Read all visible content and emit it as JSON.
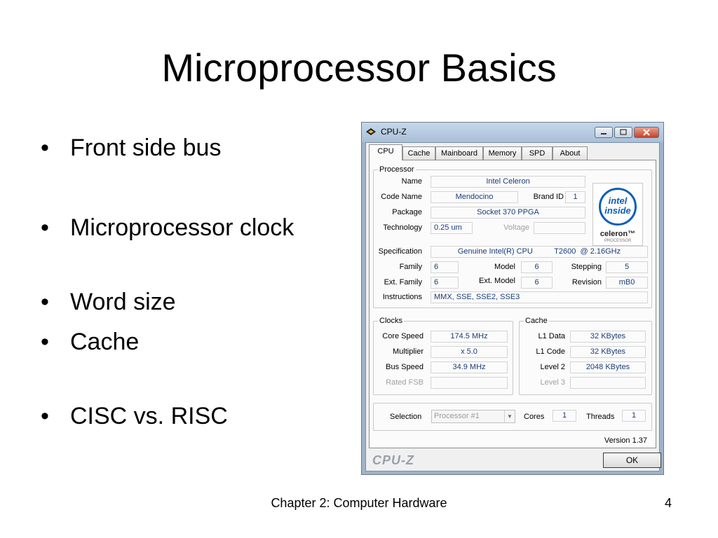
{
  "slide": {
    "title": "Microprocessor Basics",
    "bullets": [
      "Front side bus",
      "Microprocessor clock",
      "Word size",
      "Cache",
      "CISC vs. RISC"
    ],
    "bullet_glyph": "•",
    "footer": "Chapter 2: Computer Hardware",
    "page_number": "4"
  },
  "window": {
    "title": "CPU-Z",
    "tabs": [
      "CPU",
      "Cache",
      "Mainboard",
      "Memory",
      "SPD",
      "About"
    ],
    "active_tab": "CPU",
    "version": "Version 1.37",
    "brand": "CPU-Z",
    "ok_label": "OK"
  },
  "processor": {
    "label": "Processor",
    "name_label": "Name",
    "name": "Intel Celeron",
    "code_name_label": "Code Name",
    "code_name": "Mendocino",
    "brand_id_label": "Brand ID",
    "brand_id": "1",
    "package_label": "Package",
    "package": "Socket 370 PPGA",
    "technology_label": "Technology",
    "technology": "0.25 um",
    "voltage_label": "Voltage",
    "voltage": "",
    "specification_label": "Specification",
    "specification": "Genuine Intel(R) CPU          T2600  @ 2.16GHz",
    "family_label": "Family",
    "family": "6",
    "model_label": "Model",
    "model": "6",
    "stepping_label": "Stepping",
    "stepping": "5",
    "ext_family_label": "Ext. Family",
    "ext_family": "6",
    "ext_model_label": "Ext. Model",
    "ext_model": "6",
    "revision_label": "Revision",
    "revision": "mB0",
    "instructions_label": "Instructions",
    "instructions": "MMX, SSE, SSE2, SSE3",
    "logo": {
      "top": "intel",
      "bottom": "inside",
      "product": "celeron",
      "tm": "™",
      "fine_print": "PROCESSOR"
    }
  },
  "clocks": {
    "label": "Clocks",
    "core_speed_label": "Core Speed",
    "core_speed": "174.5 MHz",
    "multiplier_label": "Multiplier",
    "multiplier": "x 5.0",
    "bus_speed_label": "Bus Speed",
    "bus_speed": "34.9 MHz",
    "rated_fsb_label": "Rated FSB",
    "rated_fsb": ""
  },
  "cache": {
    "label": "Cache",
    "l1_data_label": "L1 Data",
    "l1_data": "32 KBytes",
    "l1_code_label": "L1 Code",
    "l1_code": "32 KBytes",
    "level2_label": "Level 2",
    "level2": "2048 KBytes",
    "level3_label": "Level 3",
    "level3": ""
  },
  "selection": {
    "label": "Selection",
    "value": "Processor #1",
    "cores_label": "Cores",
    "cores": "1",
    "threads_label": "Threads",
    "threads": "1"
  },
  "colors": {
    "field_text": "#1a3d7a",
    "intel_blue": "#0b5fb4",
    "titlebar": "#a9bfd8"
  },
  "icons": [
    "app-icon",
    "minimize-icon",
    "maximize-icon",
    "close-icon",
    "dropdown-arrow-icon"
  ]
}
